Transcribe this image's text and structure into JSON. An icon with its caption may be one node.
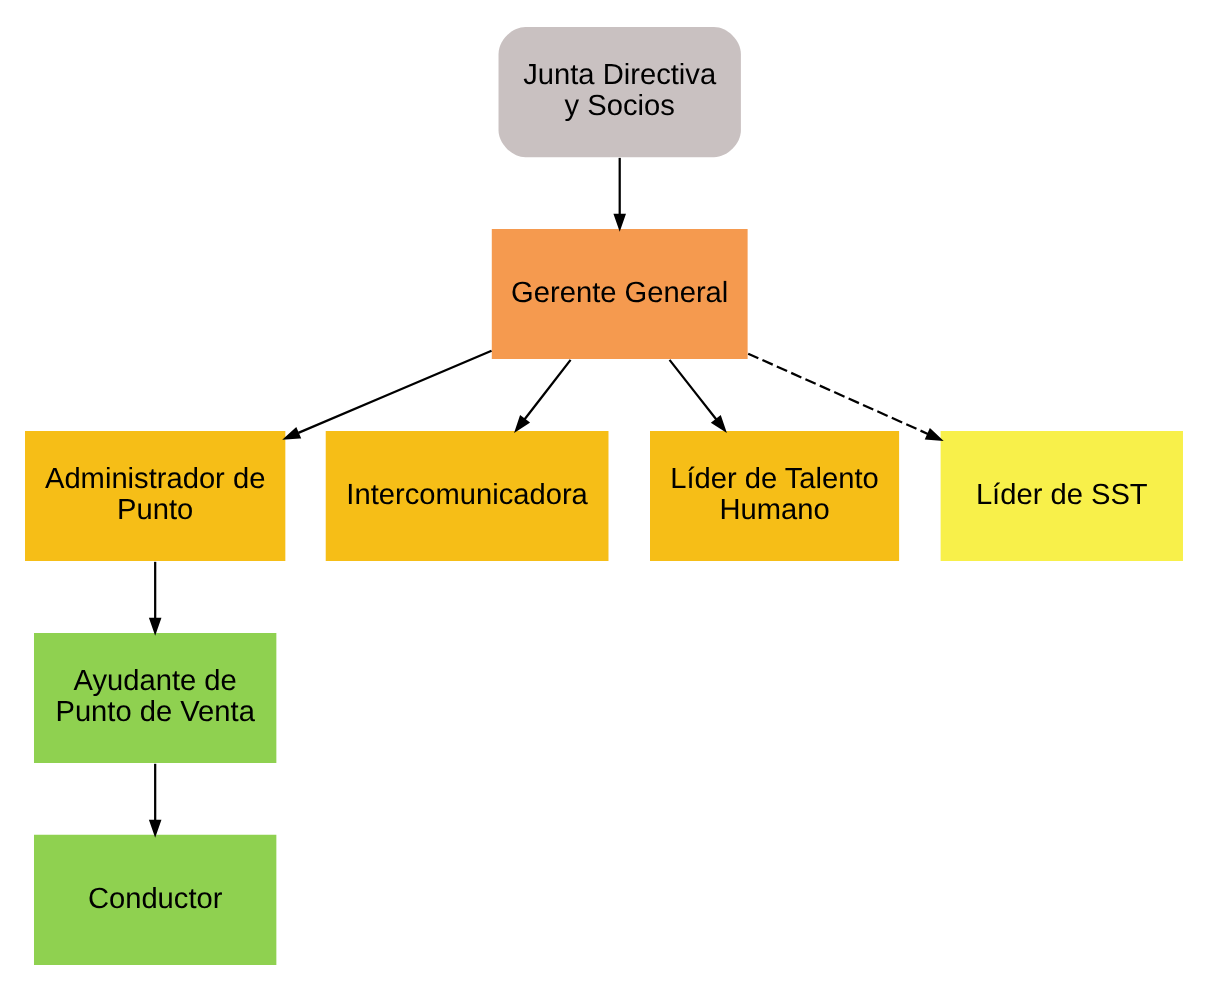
{
  "diagram": {
    "nodes": [
      {
        "text": [
          "Junta Directiva y Socios"
        ]
      },
      {
        "text": [
          "Gerente General"
        ]
      },
      {
        "text": [
          "Administrador de Punto"
        ]
      },
      {
        "text": [
          "Intercomunicadora"
        ]
      },
      {
        "text": [
          "Líder de Talento Humano"
        ]
      },
      {
        "text": [
          "Líder de SST"
        ]
      },
      {
        "text": [
          "Ayudante de Punto de Venta"
        ]
      },
      {
        "text": [
          "Conductor"
        ]
      }
    ],
    "edges": [
      {
        "from": 0,
        "to": 1,
        "arrow": "to"
      },
      {
        "from": 1,
        "to": 2,
        "arrow": "to"
      },
      {
        "from": 1,
        "to": 3,
        "arrow": "to"
      },
      {
        "from": 1,
        "to": 4,
        "arrow": "to"
      },
      {
        "from": 1,
        "to": 5,
        "arrow": "to",
        "style": "dashed"
      },
      {
        "from": 2,
        "to": 6,
        "arrow": "to"
      },
      {
        "from": 6,
        "to": 7,
        "arrow": "to"
      }
    ]
  }
}
